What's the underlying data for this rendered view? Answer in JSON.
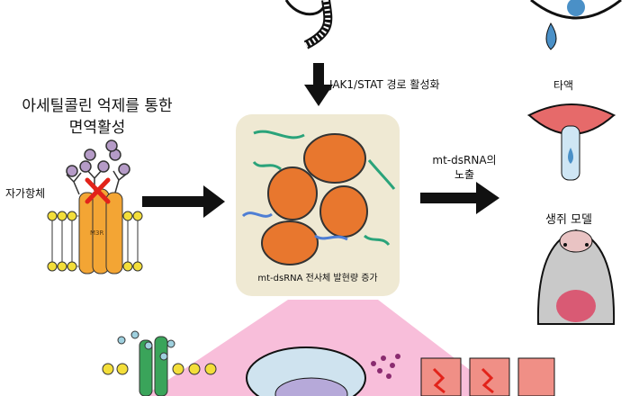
{
  "labels": {
    "title": "아세틸콜린 억제를 통한\n면역활성",
    "autoantibody": "자가항체",
    "receptor": "M3R",
    "pathway": "JAK1/STAT 경로 활성화",
    "expression": "mt-dsRNA 전사체 발현량 증가",
    "exposure": "mt-dsRNA의\n노출",
    "saliva": "타액",
    "mouse_model": "생쥐 모델"
  },
  "colors": {
    "arrow": "#111111",
    "panel_bg": "#efe9d3",
    "mito": "#e8772e",
    "receptor": "#f3a534",
    "pink_fan": "#f7b3d3",
    "block_x": "#e2231a",
    "antibody": "#b59bc7",
    "membrane_head": "#f3de3a"
  }
}
